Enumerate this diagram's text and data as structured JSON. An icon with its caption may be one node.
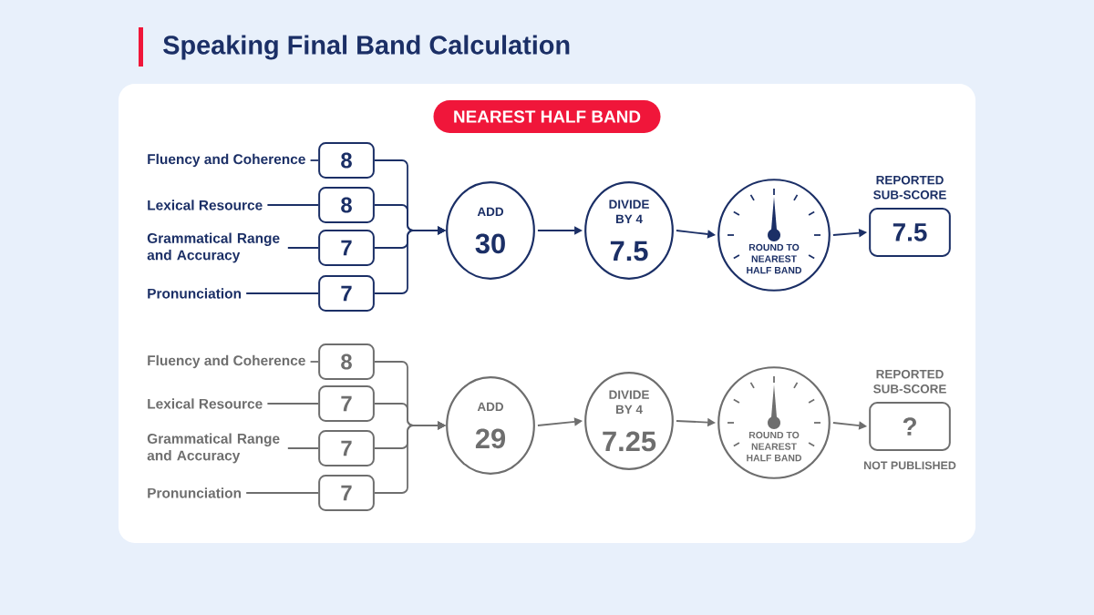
{
  "diagram": {
    "title": "Speaking Final Band Calculation",
    "nodes": [
      {
        "text": [
          "NEAREST HALF BAND"
        ]
      },
      {
        "text": [
          "Fluency and Coherence"
        ]
      },
      {
        "text": [
          "8"
        ]
      },
      {
        "text": [
          "Lexical Resource"
        ]
      },
      {
        "text": [
          "8"
        ]
      },
      {
        "text": [
          "Grammatical Range and Accuracy"
        ]
      },
      {
        "text": [
          "7"
        ]
      },
      {
        "text": [
          "Pronunciation"
        ]
      },
      {
        "text": [
          "7"
        ]
      },
      {
        "text": [
          "ADD",
          "30"
        ]
      },
      {
        "text": [
          "DIVIDE BY 4",
          "7.5"
        ]
      },
      {
        "text": [
          "ROUND TO NEAREST HALF BAND"
        ]
      },
      {
        "text": [
          "REPORTED SUB-SCORE",
          "7.5"
        ]
      },
      {
        "text": [
          "Fluency and Coherence"
        ]
      },
      {
        "text": [
          "8"
        ]
      },
      {
        "text": [
          "Lexical Resource"
        ]
      },
      {
        "text": [
          "7"
        ]
      },
      {
        "text": [
          "Grammatical Range and Accuracy"
        ]
      },
      {
        "text": [
          "7"
        ]
      },
      {
        "text": [
          "Pronunciation"
        ]
      },
      {
        "text": [
          "7"
        ]
      },
      {
        "text": [
          "ADD",
          "29"
        ]
      },
      {
        "text": [
          "DIVIDE BY 4",
          "7.25"
        ]
      },
      {
        "text": [
          "ROUND TO NEAREST HALF BAND"
        ]
      },
      {
        "text": [
          "REPORTED SUB-SCORE",
          "?"
        ],
        "beside": [
          "NOT PUBLISHED"
        ]
      }
    ],
    "edges": [
      {
        "from": 1,
        "to": 2,
        "arrow": "none"
      },
      {
        "from": 3,
        "to": 4,
        "arrow": "none"
      },
      {
        "from": 5,
        "to": 6,
        "arrow": "none"
      },
      {
        "from": 7,
        "to": 8,
        "arrow": "none"
      },
      {
        "from": 2,
        "to": 9,
        "arrow": "to"
      },
      {
        "from": 4,
        "to": 9,
        "arrow": "to"
      },
      {
        "from": 6,
        "to": 9,
        "arrow": "to"
      },
      {
        "from": 8,
        "to": 9,
        "arrow": "to"
      },
      {
        "from": 9,
        "to": 10,
        "arrow": "to"
      },
      {
        "from": 10,
        "to": 11,
        "arrow": "to"
      },
      {
        "from": 11,
        "to": 12,
        "arrow": "to"
      },
      {
        "from": 13,
        "to": 14,
        "arrow": "none",
        "color": "#6e6e6e"
      },
      {
        "from": 15,
        "to": 16,
        "arrow": "none",
        "color": "#6e6e6e"
      },
      {
        "from": 17,
        "to": 18,
        "arrow": "none",
        "color": "#6e6e6e"
      },
      {
        "from": 19,
        "to": 20,
        "arrow": "none",
        "color": "#6e6e6e"
      },
      {
        "from": 14,
        "to": 21,
        "arrow": "to",
        "color": "#6e6e6e"
      },
      {
        "from": 16,
        "to": 21,
        "arrow": "to",
        "color": "#6e6e6e"
      },
      {
        "from": 18,
        "to": 21,
        "arrow": "to",
        "color": "#6e6e6e"
      },
      {
        "from": 20,
        "to": 21,
        "arrow": "to",
        "color": "#6e6e6e"
      },
      {
        "from": 21,
        "to": 22,
        "arrow": "to",
        "color": "#6e6e6e"
      },
      {
        "from": 22,
        "to": 23,
        "arrow": "to",
        "color": "#6e6e6e"
      },
      {
        "from": 23,
        "to": 24,
        "arrow": "to",
        "color": "#6e6e6e"
      }
    ]
  }
}
